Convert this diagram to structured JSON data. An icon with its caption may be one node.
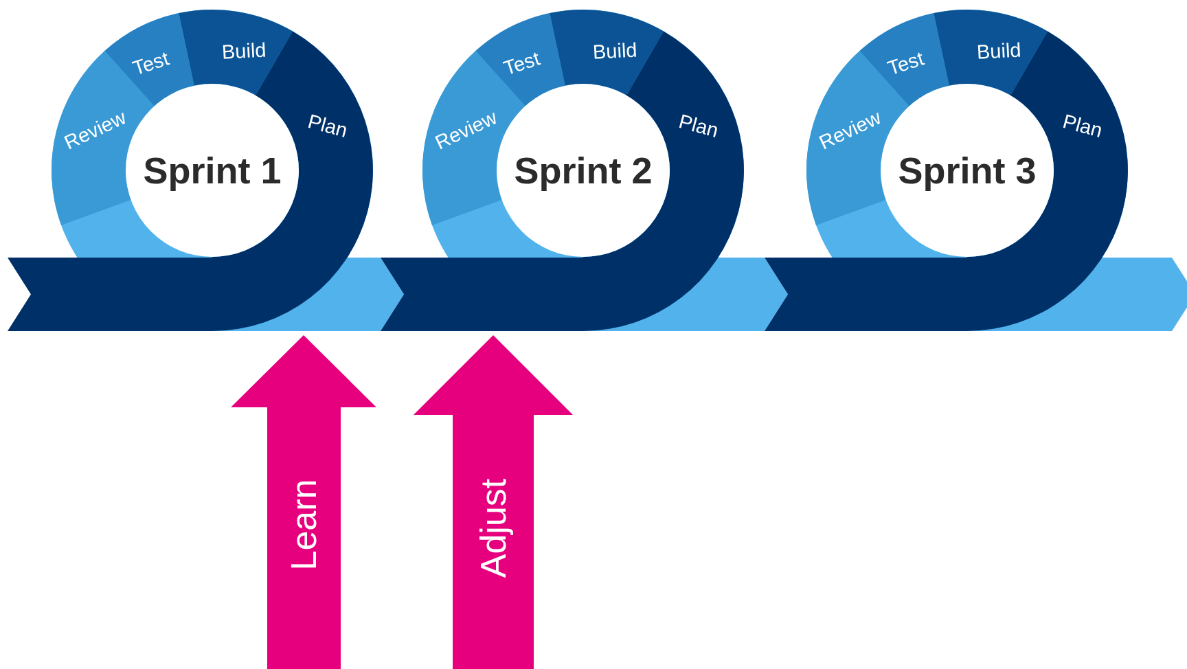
{
  "diagram": {
    "nodes": [
      {
        "text": [
          "Sprint 1"
        ]
      },
      {
        "text": [
          "Sprint 2"
        ]
      },
      {
        "text": [
          "Sprint 3"
        ]
      },
      {
        "text": [
          "Learn"
        ]
      },
      {
        "text": [
          "Adjust"
        ]
      }
    ],
    "labels": [
      "Review",
      "Test",
      "Build",
      "Plan",
      "Review",
      "Test",
      "Build",
      "Plan",
      "Review",
      "Test",
      "Build",
      "Plan"
    ]
  }
}
